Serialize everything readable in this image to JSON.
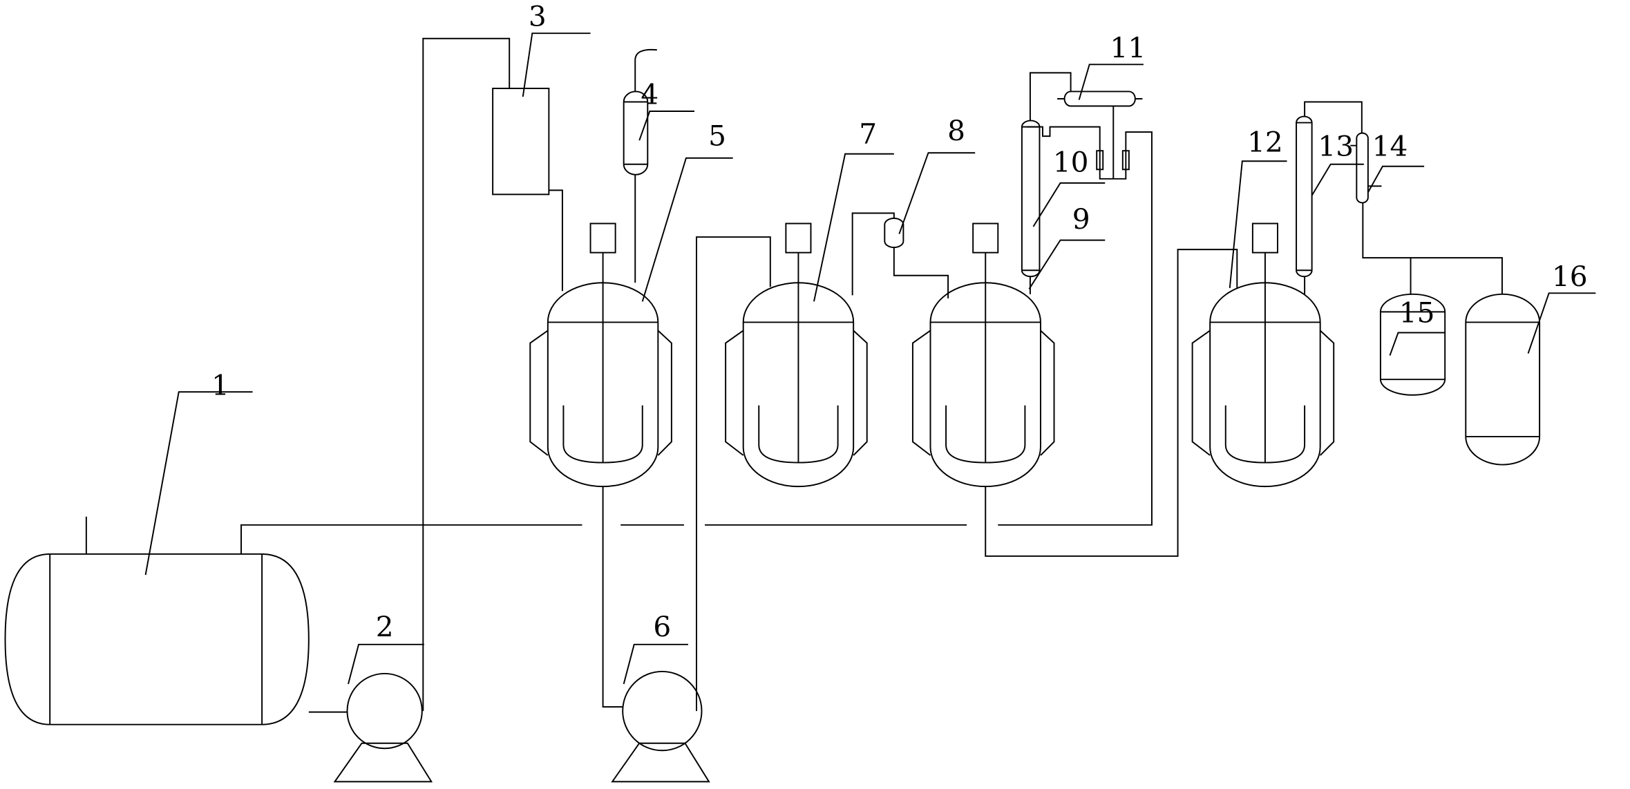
{
  "figure": {
    "type": "process-flow-diagram",
    "labels": [
      "1",
      "2",
      "3",
      "4",
      "5",
      "6",
      "7",
      "8",
      "9",
      "10",
      "11",
      "12",
      "13",
      "14",
      "15",
      "16"
    ],
    "line_color": "#000000",
    "background": "#ffffff"
  }
}
